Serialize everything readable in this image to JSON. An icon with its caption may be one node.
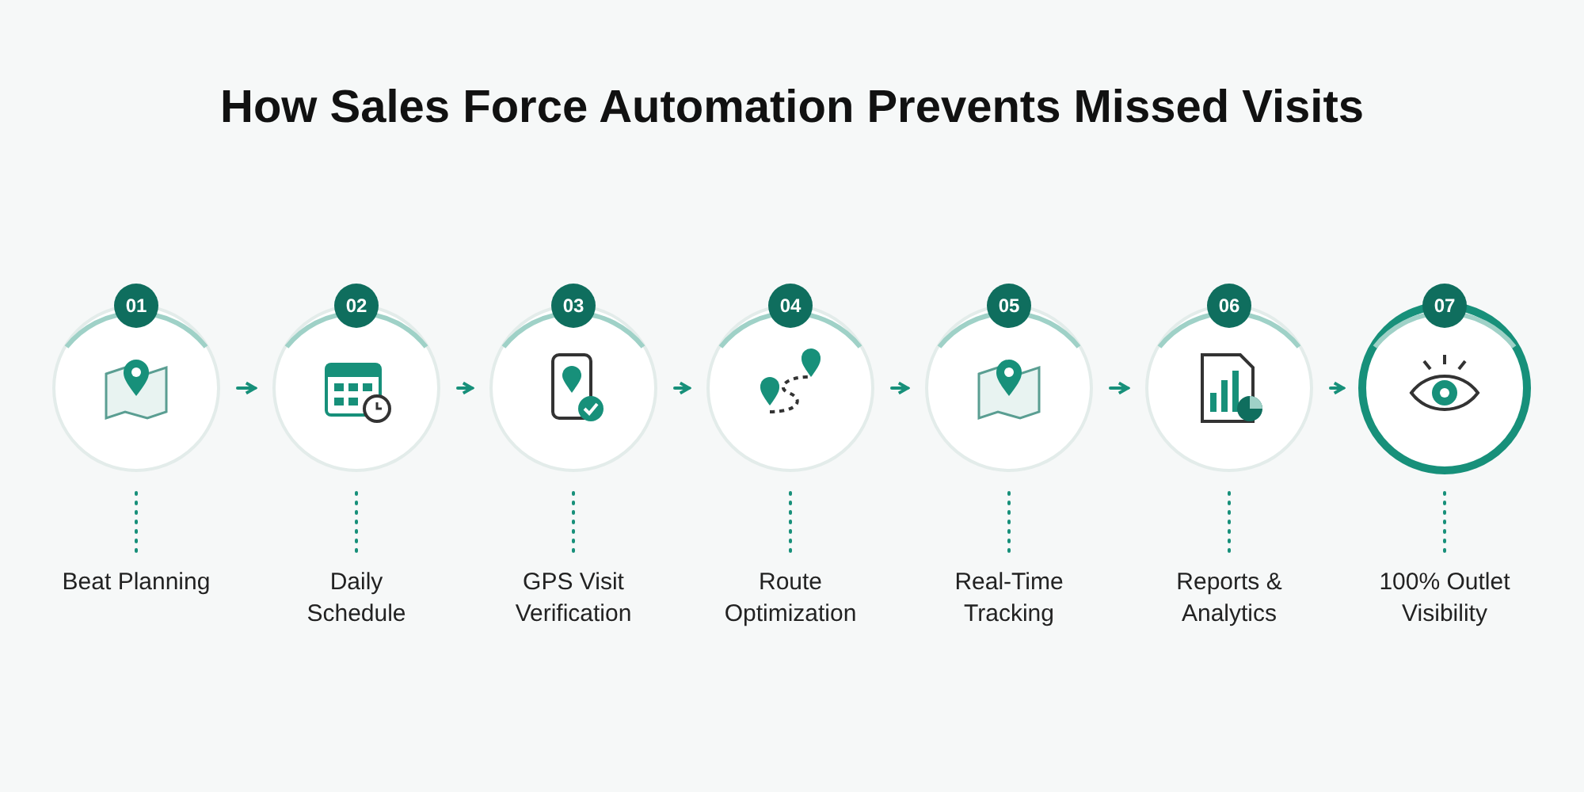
{
  "diagram": {
    "title": "How Sales Force Automation Prevents Missed Visits",
    "nodes": [
      {
        "text": [
          "01"
        ]
      },
      {
        "text": [
          "Beat Planning"
        ]
      },
      {
        "text": [
          "02"
        ]
      },
      {
        "text": [
          "Daily Schedule"
        ]
      },
      {
        "text": [
          "03"
        ]
      },
      {
        "text": [
          "GPS Visit Verification"
        ]
      },
      {
        "text": [
          "04"
        ]
      },
      {
        "text": [
          "Route Optimization"
        ]
      },
      {
        "text": [
          "05"
        ]
      },
      {
        "text": [
          "Real-Time Tracking"
        ]
      },
      {
        "text": [
          "06"
        ]
      },
      {
        "text": [
          "Reports & Analytics"
        ]
      },
      {
        "text": [
          "07"
        ]
      },
      {
        "text": [
          "100% Outlet Visibility"
        ]
      }
    ],
    "edges": [
      {
        "from": 0,
        "to": 1,
        "arrow": "none",
        "style": "dashed"
      },
      {
        "from": 0,
        "to": 2,
        "arrow": "to"
      },
      {
        "from": 2,
        "to": 3,
        "arrow": "none",
        "style": "dashed"
      },
      {
        "from": 2,
        "to": 4,
        "arrow": "to"
      },
      {
        "from": 4,
        "to": 5,
        "arrow": "none",
        "style": "dashed"
      },
      {
        "from": 4,
        "to": 6,
        "arrow": "to"
      },
      {
        "from": 6,
        "to": 7,
        "arrow": "none",
        "style": "dashed"
      },
      {
        "from": 6,
        "to": 8,
        "arrow": "to"
      },
      {
        "from": 8,
        "to": 9,
        "arrow": "none",
        "style": "dashed"
      },
      {
        "from": 8,
        "to": 10,
        "arrow": "to"
      },
      {
        "from": 10,
        "to": 11,
        "arrow": "none",
        "style": "dashed"
      },
      {
        "from": 10,
        "to": 12,
        "arrow": "to"
      },
      {
        "from": 12,
        "to": 13,
        "arrow": "none",
        "style": "dashed"
      }
    ]
  }
}
